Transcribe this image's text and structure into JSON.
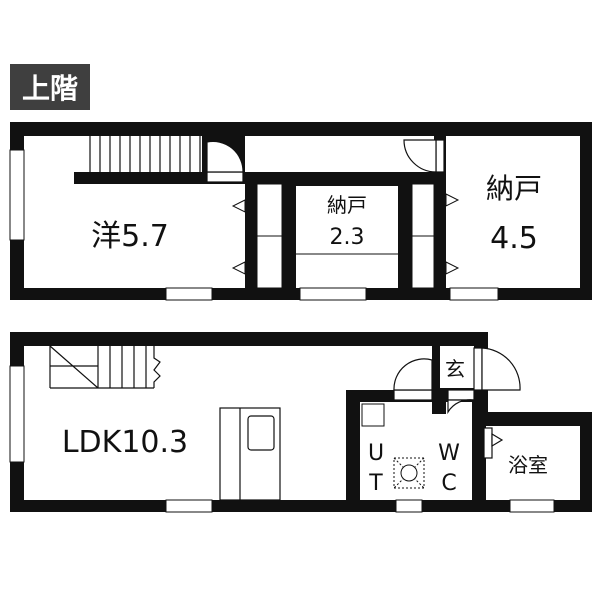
{
  "floor_label": "上階",
  "upper_floor": {
    "bedroom": {
      "name": "洋",
      "size": "5.7"
    },
    "storage_small": {
      "name": "納戸",
      "size": "2.3"
    },
    "storage_large": {
      "name": "納戸",
      "size": "4.5"
    }
  },
  "lower_floor": {
    "ldk": {
      "name": "LDK",
      "size": "10.3"
    },
    "entrance": "玄",
    "bathroom": "浴室",
    "ut": [
      "U",
      "T"
    ],
    "wc": [
      "W",
      "C"
    ]
  },
  "colors": {
    "wall": "#111111",
    "badge": "#3f3f3f",
    "fill": "#ffffff",
    "fixture": "#555555"
  }
}
